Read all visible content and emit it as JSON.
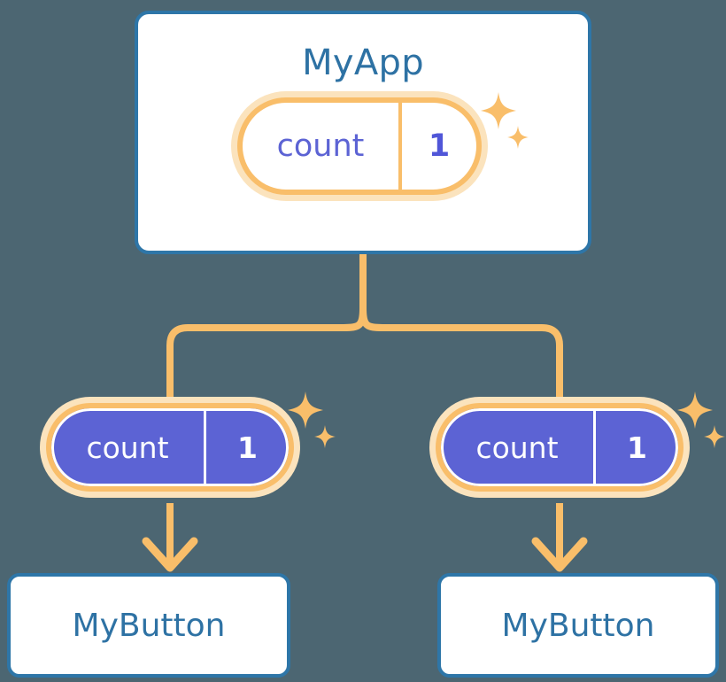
{
  "diagram": {
    "title_text": "MyApp",
    "background_color": "#4c6672",
    "accent_orange": "#f9be6a",
    "accent_halo": "#fbe3bd",
    "accent_purple": "#5c63d4",
    "accent_blue": "#2e76a8",
    "title_blue": "#2e72a4"
  },
  "app": {
    "title": "MyApp",
    "state": {
      "key": "count",
      "value": "1"
    }
  },
  "children": [
    {
      "state": {
        "key": "count",
        "value": "1"
      },
      "button_label": "MyButton"
    },
    {
      "state": {
        "key": "count",
        "value": "1"
      },
      "button_label": "MyButton"
    }
  ],
  "icons": {
    "sparkle_large": "sparkle-large-icon",
    "sparkle_small": "sparkle-small-icon",
    "arrow_down": "arrow-down-icon"
  }
}
